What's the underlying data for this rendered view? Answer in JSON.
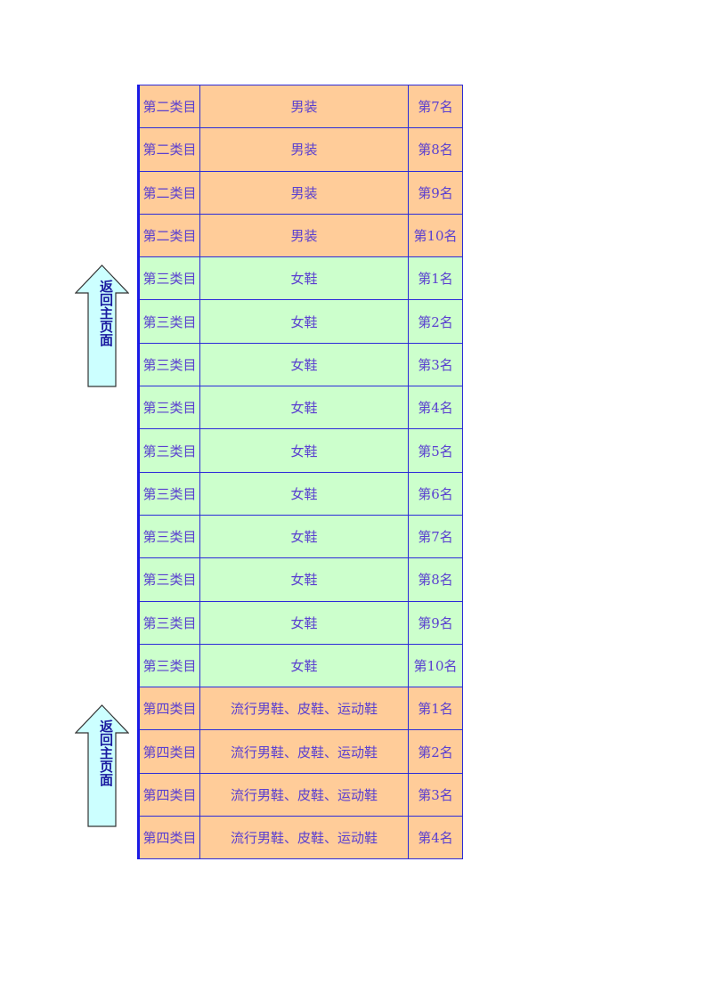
{
  "back_button": {
    "label": "返回主页面"
  },
  "rows": [
    {
      "category": "第二类目",
      "item": "男装",
      "rank": "第7名",
      "color": "#ffcc99"
    },
    {
      "category": "第二类目",
      "item": "男装",
      "rank": "第8名",
      "color": "#ffcc99"
    },
    {
      "category": "第二类目",
      "item": "男装",
      "rank": "第9名",
      "color": "#ffcc99"
    },
    {
      "category": "第二类目",
      "item": "男装",
      "rank": "第10名",
      "color": "#ffcc99"
    },
    {
      "category": "第三类目",
      "item": "女鞋",
      "rank": "第1名",
      "color": "#ccffcc"
    },
    {
      "category": "第三类目",
      "item": "女鞋",
      "rank": "第2名",
      "color": "#ccffcc"
    },
    {
      "category": "第三类目",
      "item": "女鞋",
      "rank": "第3名",
      "color": "#ccffcc"
    },
    {
      "category": "第三类目",
      "item": "女鞋",
      "rank": "第4名",
      "color": "#ccffcc"
    },
    {
      "category": "第三类目",
      "item": "女鞋",
      "rank": "第5名",
      "color": "#ccffcc"
    },
    {
      "category": "第三类目",
      "item": "女鞋",
      "rank": "第6名",
      "color": "#ccffcc"
    },
    {
      "category": "第三类目",
      "item": "女鞋",
      "rank": "第7名",
      "color": "#ccffcc"
    },
    {
      "category": "第三类目",
      "item": "女鞋",
      "rank": "第8名",
      "color": "#ccffcc"
    },
    {
      "category": "第三类目",
      "item": "女鞋",
      "rank": "第9名",
      "color": "#ccffcc"
    },
    {
      "category": "第三类目",
      "item": "女鞋",
      "rank": "第10名",
      "color": "#ccffcc"
    },
    {
      "category": "第四类目",
      "item": "流行男鞋、皮鞋、运动鞋",
      "rank": "第1名",
      "color": "#ffcc99"
    },
    {
      "category": "第四类目",
      "item": "流行男鞋、皮鞋、运动鞋",
      "rank": "第2名",
      "color": "#ffcc99"
    },
    {
      "category": "第四类目",
      "item": "流行男鞋、皮鞋、运动鞋",
      "rank": "第3名",
      "color": "#ffcc99"
    },
    {
      "category": "第四类目",
      "item": "流行男鞋、皮鞋、运动鞋",
      "rank": "第4名",
      "color": "#ffcc99"
    }
  ]
}
